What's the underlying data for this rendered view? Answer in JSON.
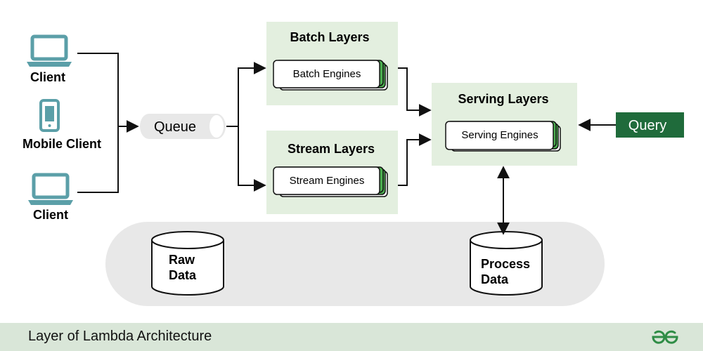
{
  "clients": [
    {
      "label": "Client",
      "icon": "laptop-icon"
    },
    {
      "label": "Mobile Client",
      "icon": "mobile-phone-icon"
    },
    {
      "label": "Client",
      "icon": "laptop-icon"
    }
  ],
  "queue": {
    "label": "Queue"
  },
  "batch": {
    "title": "Batch Layers",
    "engine": "Batch Engines"
  },
  "stream": {
    "title": "Stream Layers",
    "engine": "Stream Engines"
  },
  "serving": {
    "title": "Serving Layers",
    "engine": "Serving Engines"
  },
  "query": {
    "label": "Query"
  },
  "storage": {
    "raw": {
      "line1": "Raw",
      "line2": "Data"
    },
    "process": {
      "line1": "Process",
      "line2": "Data"
    }
  },
  "footer": {
    "title": "Layer of Lambda Architecture",
    "logo": "gfg-logo-icon"
  },
  "colors": {
    "icon_teal": "#5b9fa8",
    "layer_bg": "#e3efdf",
    "engine_stack": "#4caf50",
    "query_bg": "#1f6b3b",
    "storage_bg": "#e8e8e8",
    "footer_bg": "#d9e6d8",
    "logo_green": "#2f8d46"
  }
}
